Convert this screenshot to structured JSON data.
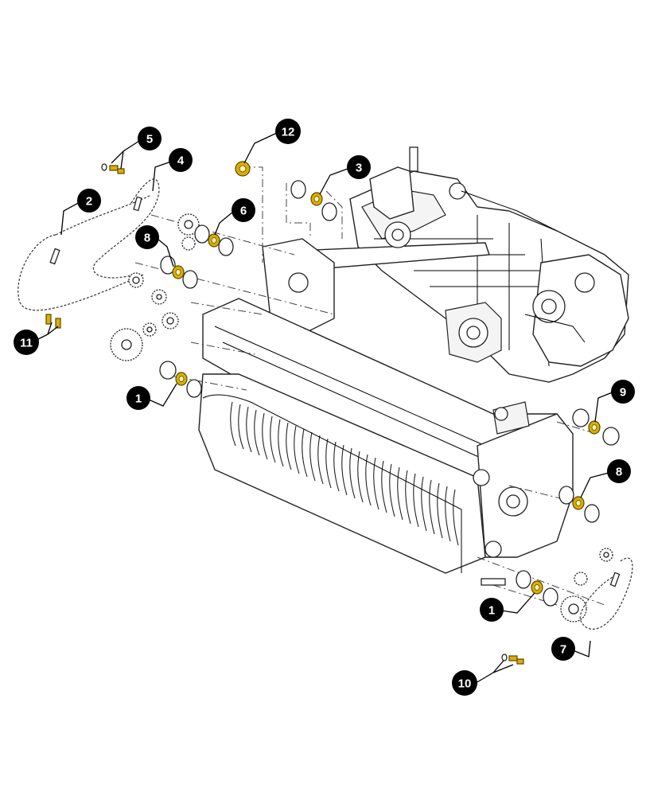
{
  "callouts": [
    {
      "id": "c1a",
      "label": "1"
    },
    {
      "id": "c1b",
      "label": "1"
    },
    {
      "id": "c2",
      "label": "2"
    },
    {
      "id": "c3",
      "label": "3"
    },
    {
      "id": "c4",
      "label": "4"
    },
    {
      "id": "c5",
      "label": "5"
    },
    {
      "id": "c6",
      "label": "6"
    },
    {
      "id": "c7",
      "label": "7"
    },
    {
      "id": "c8a",
      "label": "8"
    },
    {
      "id": "c8b",
      "label": "8"
    },
    {
      "id": "c9",
      "label": "9"
    },
    {
      "id": "c10",
      "label": "10"
    },
    {
      "id": "c11",
      "label": "11"
    },
    {
      "id": "c12",
      "label": "12"
    }
  ],
  "colors": {
    "badge": "#000000",
    "bearing": "#d9b000",
    "line": "#000000",
    "background": "#ffffff"
  }
}
